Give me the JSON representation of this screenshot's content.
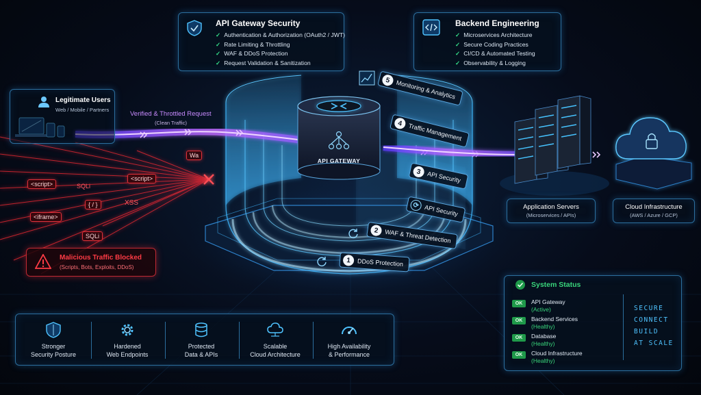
{
  "gateway_card": {
    "title": "API Gateway Security",
    "items": [
      "Authentication & Authorization (OAuth2 / JWT)",
      "Rate Limiting & Throttling",
      "WAF & DDoS Protection",
      "Request Validation & Sanitization"
    ]
  },
  "backend_card": {
    "title": "Backend Engineering",
    "items": [
      "Microservices Architecture",
      "Secure Coding Practices",
      "CI/CD & Automated Testing",
      "Observability & Logging"
    ]
  },
  "users": {
    "title": "Legitimate Users",
    "subtitle": "Web / Mobile / Partners"
  },
  "request": {
    "label": "Verified & Throttled Request",
    "sublabel": "(Clean Traffic)"
  },
  "core": {
    "label": "API GATEWAY"
  },
  "layers": [
    {
      "number": "5",
      "label": "Monitoring & Analytics"
    },
    {
      "number": "4",
      "label": "Traffic Management"
    },
    {
      "number": "3",
      "label": "API Security"
    },
    {
      "number": "",
      "label": "API Security"
    },
    {
      "number": "2",
      "label": "WAF & Threat Detection"
    },
    {
      "number": "1",
      "label": "DDoS Protection"
    }
  ],
  "malicious_payloads": [
    "Wa",
    "<script>",
    "<script>",
    "SQLi",
    "{ / }",
    "XSS",
    "<iframe>",
    "SQLi"
  ],
  "blocked": {
    "title": "Malicious Traffic Blocked",
    "subtitle": "(Scripts, Bots, Exploits, DDoS)"
  },
  "app_servers": {
    "title": "Application Servers",
    "subtitle": "(Microservices / APIs)"
  },
  "cloud": {
    "title": "Cloud Infrastructure",
    "subtitle": "(AWS / Azure / GCP)"
  },
  "benefits": [
    {
      "icon": "shield-icon",
      "line1": "Stronger",
      "line2": "Security Posture"
    },
    {
      "icon": "gear-icon",
      "line1": "Hardened",
      "line2": "Web Endpoints"
    },
    {
      "icon": "database-icon",
      "line1": "Protected",
      "line2": "Data & APIs"
    },
    {
      "icon": "cloud-network-icon",
      "line1": "Scalable",
      "line2": "Cloud Architecture"
    },
    {
      "icon": "speedometer-icon",
      "line1": "High Availability",
      "line2": "& Performance"
    }
  ],
  "system_status": {
    "title": "System Status",
    "ok_label": "OK",
    "rows": [
      {
        "name": "API Gateway",
        "status": "(Active)"
      },
      {
        "name": "Backend Services",
        "status": "(Healthy)"
      },
      {
        "name": "Database",
        "status": "(Healthy)"
      },
      {
        "name": "Cloud Infrastructure",
        "status": "(Healthy)"
      }
    ]
  },
  "motto": [
    "SECURE",
    "CONNECT",
    "BUILD",
    "AT SCALE"
  ],
  "colors": {
    "accent_cyan": "#3fb8ff",
    "flow_purple": "#b45cff",
    "threat_red": "#ff2a36",
    "ok_green": "#2fd170"
  }
}
